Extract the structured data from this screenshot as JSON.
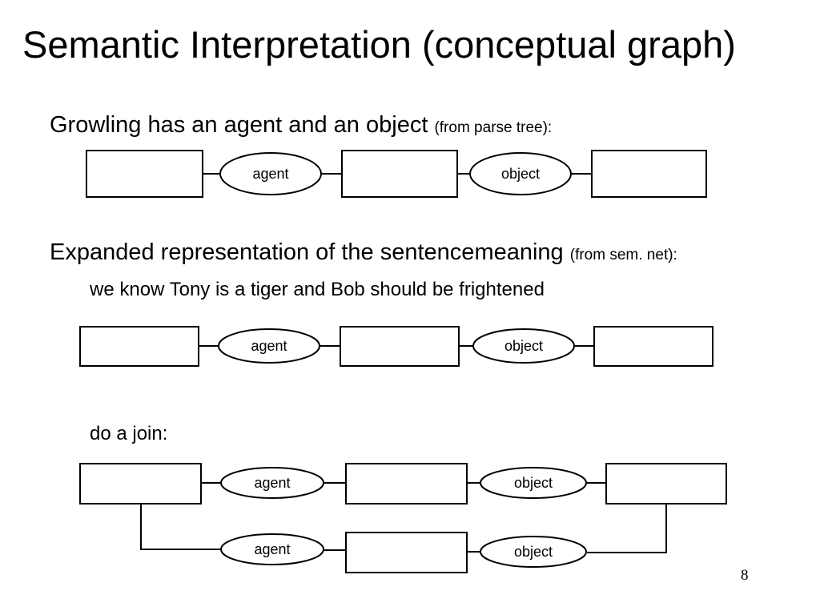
{
  "slide": {
    "title": "Semantic Interpretation (conceptual graph)",
    "page_number": "8"
  },
  "section1": {
    "text": "Growling has an agent and an object",
    "note": "(from parse tree):"
  },
  "section2": {
    "text": "Expanded representation of the sentencemeaning",
    "note": "(from sem. net):",
    "detail": "we know Tony is a tiger and Bob should be frightened"
  },
  "section3": {
    "label": "do a join:"
  },
  "graphs": {
    "g1": {
      "rel1": "agent",
      "rel2": "object"
    },
    "g2": {
      "rel1": "agent",
      "rel2": "object"
    },
    "g3": {
      "rel1": "agent",
      "rel2": "object",
      "rel3": "agent",
      "rel4": "object"
    }
  }
}
